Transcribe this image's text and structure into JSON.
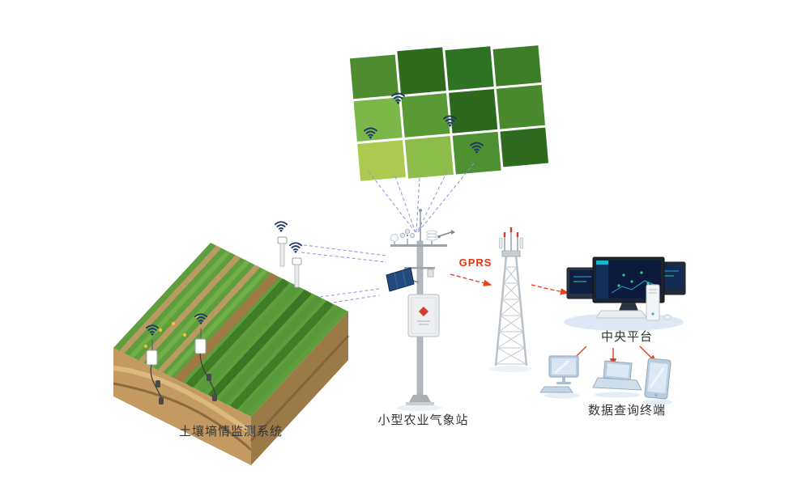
{
  "labels": {
    "soil_system": "土壤墒情监测系统",
    "weather_station": "小型农业气象站",
    "gprs": "GPRS",
    "central_platform": "中央平台",
    "query_terminal": "数据查询终端"
  },
  "colors": {
    "arrow_red": "#e8401c",
    "gprs_red": "#e8340c",
    "link_blue": "#8a92da",
    "field_green_dark": "#2e6b1d",
    "field_green": "#4f8c2f",
    "field_green_light": "#8cbd4a",
    "field_yellow_green": "#aec94f",
    "soil_brown": "#c49a62",
    "device_blue_gray": "#b9cdde",
    "wifi_icon_navy": "#1f3864",
    "label_text": "#333333"
  },
  "icons": {
    "wifi-icon": "wireless signal arcs over dot",
    "alert-diamond-icon": "red diamond hazard mark",
    "solar-panel-icon": "tilted dark blue panel",
    "antenna-icon": "mast with red tip"
  },
  "connections": [
    {
      "from": "farm-field-mosaic",
      "to": "weather-station",
      "style": "blue-dashed",
      "count": 5
    },
    {
      "from": "soil-monitoring-system",
      "to": "weather-station",
      "style": "blue-dashed",
      "count": 4
    },
    {
      "from": "weather-station",
      "to": "signal-tower",
      "style": "red-dashed-arrow",
      "label": "GPRS"
    },
    {
      "from": "signal-tower",
      "to": "central-platform",
      "style": "red-dashed-arrow"
    },
    {
      "from": "central-platform",
      "to": "query-terminals",
      "style": "red-arrow",
      "count": 3
    }
  ]
}
